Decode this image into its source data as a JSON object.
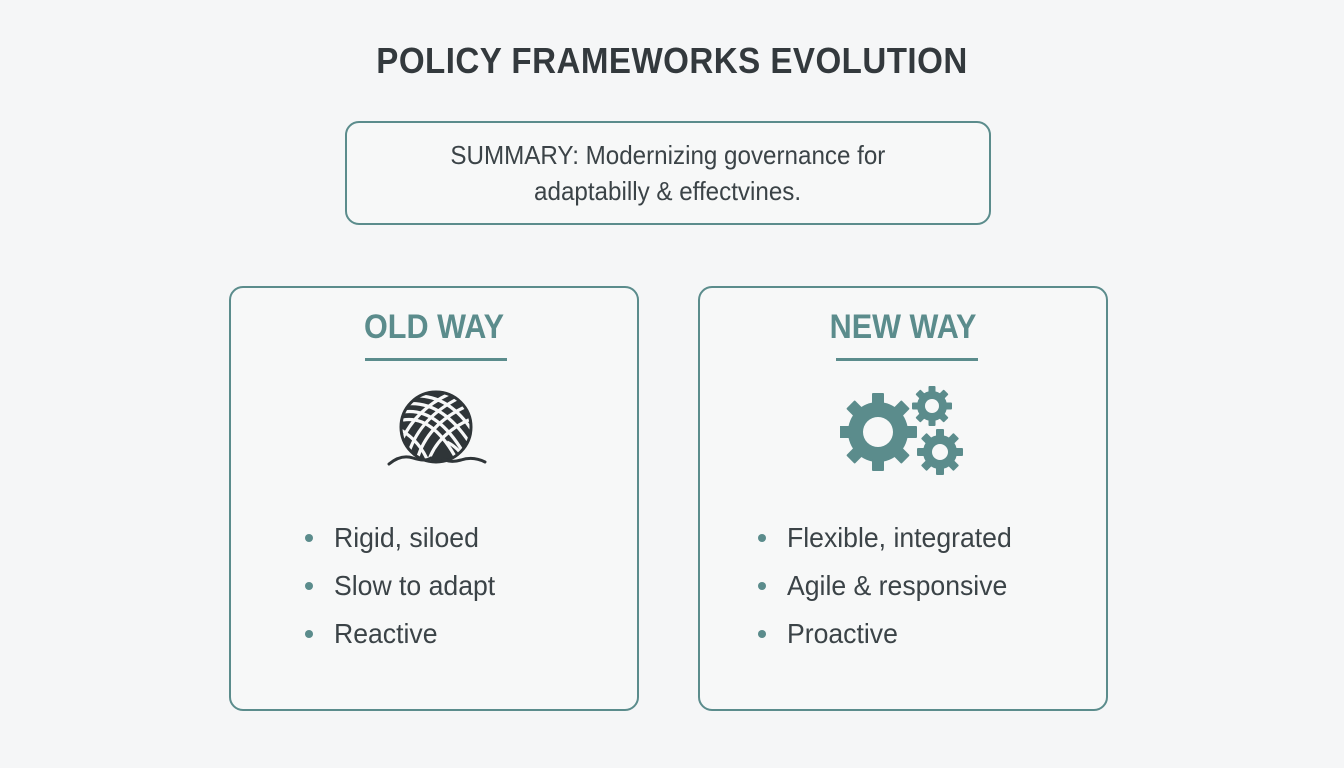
{
  "title": "POLICY FRAMEWORKS EVOLUTION",
  "summary": {
    "line1": "SUMMARY: Modernizing governance for",
    "line2": "adaptabilly & effectvines."
  },
  "colors": {
    "accent": "#5b8c8c",
    "text": "#33393d",
    "background": "#f5f6f7",
    "icon_dark": "#2f3538"
  },
  "panels": [
    {
      "heading": "OLD WAY",
      "icon": "yarn-ball-icon",
      "items": [
        "Rigid, siloed",
        "Slow to adapt",
        "Reactive"
      ]
    },
    {
      "heading": "NEW WAY",
      "icon": "gears-icon",
      "items": [
        "Flexible, integrated",
        "Agile & responsive",
        "Proactive"
      ]
    }
  ]
}
